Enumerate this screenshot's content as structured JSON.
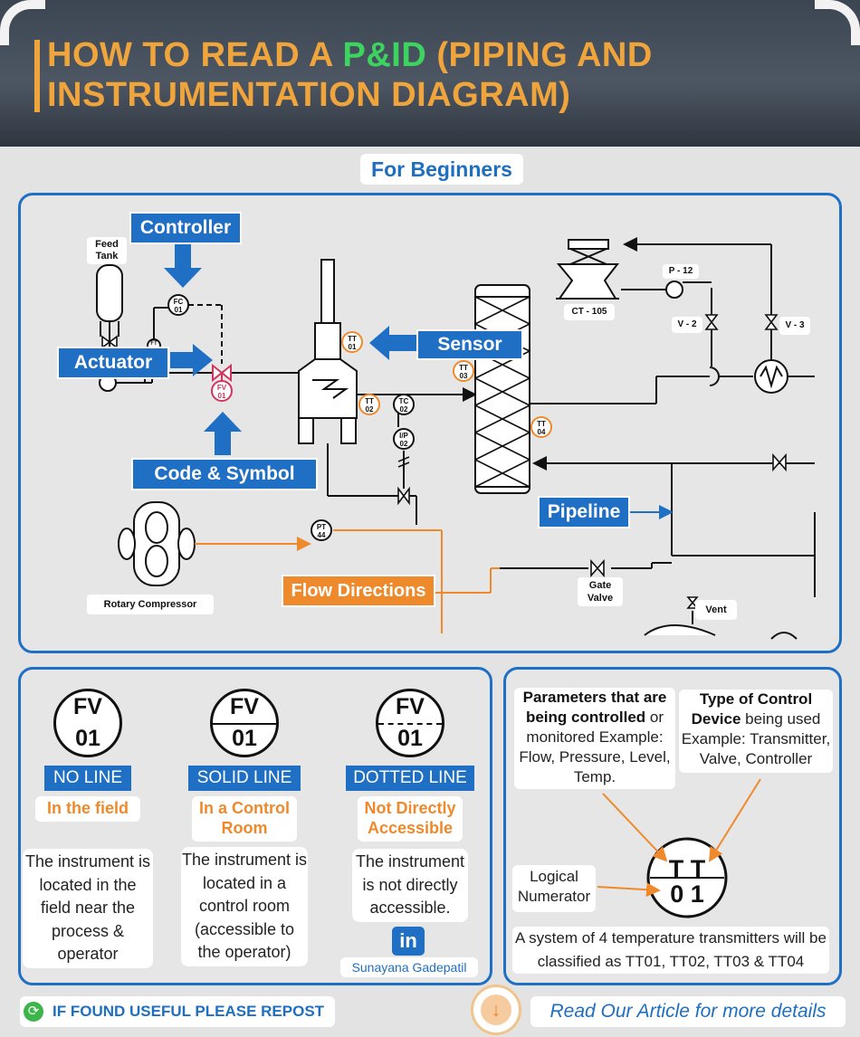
{
  "header": {
    "title_line1_before": "HOW TO READ A ",
    "title_line1_highlight": "P&ID",
    "title_line1_after": " (PIPING AND",
    "title_line2": "INSTRUMENTATION DIAGRAM)",
    "subtitle": "For Beginners"
  },
  "diagram": {
    "callouts": {
      "controller": "Controller",
      "actuator": "Actuator",
      "sensor": "Sensor",
      "code_symbol": "Code & Symbol",
      "pipeline": "Pipeline",
      "flow_directions": "Flow Directions"
    },
    "labels": {
      "feed_tank_1": "Feed",
      "feed_tank_2": "Tank",
      "rotary_compressor": "Rotary Compressor",
      "cooling_tower": "CT - 105",
      "pump": "P - 12",
      "valve_2": "V - 2",
      "valve_3": "V - 3",
      "gate_valve_1": "Gate",
      "gate_valve_2": "Valve",
      "vent": "Vent"
    },
    "instruments": {
      "fc": [
        "FC",
        "01"
      ],
      "ft": [
        "FT",
        ""
      ],
      "fv": [
        "FV",
        "01"
      ],
      "tt01": [
        "TT",
        "01"
      ],
      "tt02": [
        "TT",
        "02"
      ],
      "tc02": [
        "TC",
        "02"
      ],
      "ip02": [
        "I/P",
        "02"
      ],
      "tt03": [
        "TT",
        "03"
      ],
      "tt04": [
        "TT",
        "04"
      ],
      "pt44": [
        "PT",
        "44"
      ]
    }
  },
  "legend": {
    "items": [
      {
        "tag": "FV",
        "num": "01",
        "line": "NO LINE",
        "location": "In the field",
        "desc": [
          "The instrument is",
          "located in the",
          "field near the",
          "process &",
          "operator"
        ]
      },
      {
        "tag": "FV",
        "num": "01",
        "line": "SOLID LINE",
        "location": "In a Control Room",
        "desc": [
          "The instrument is",
          "located in a",
          "control room",
          "(accessible to",
          "the operator)"
        ]
      },
      {
        "tag": "FV",
        "num": "01",
        "line": "DOTTED LINE",
        "location": "Not Directly Accessible",
        "desc": [
          "The instrument",
          "is not directly",
          "accessible."
        ]
      }
    ],
    "author": "Sunayana Gadepatil",
    "linkedin": "in"
  },
  "tag_anatomy": {
    "parameters_bold": "Parameters that are being controlled",
    "parameters_rest": " or monitored Example: Flow, Pressure, Level, Temp.",
    "device_bold": "Type of Control Device",
    "device_rest": " being used Example: Transmitter, Valve, Controller",
    "logical_numerator": "Logical Numerator",
    "tag": "T T",
    "number": "0 1",
    "note": "A system of 4 temperature transmitters will be classified as TT01, TT02, TT03 & TT04"
  },
  "footer": {
    "repost": "IF FOUND USEFUL PLEASE REPOST",
    "article": "Read Our Article for more details"
  },
  "colors": {
    "blue": "#1f6fc4",
    "orange": "#ee8a2c",
    "title": "#f0a53c",
    "green": "#3dd35f"
  }
}
